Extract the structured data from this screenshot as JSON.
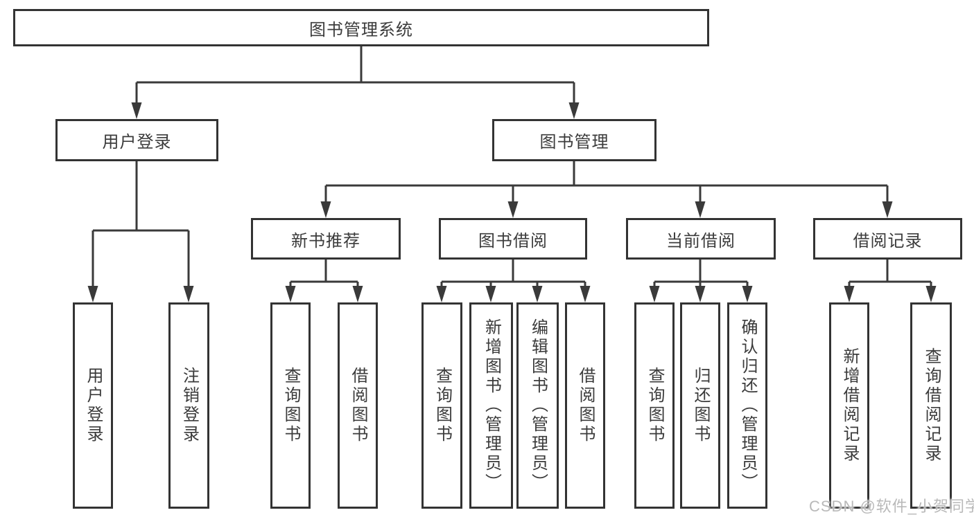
{
  "tree": {
    "label": "图书管理系统",
    "children": [
      {
        "label": "用户登录",
        "children": [
          {
            "label": "用户登录"
          },
          {
            "label": "注销登录"
          }
        ]
      },
      {
        "label": "图书管理",
        "children": [
          {
            "label": "新书推荐",
            "children": [
              {
                "label": "查询图书"
              },
              {
                "label": "借阅图书"
              }
            ]
          },
          {
            "label": "图书借阅",
            "children": [
              {
                "label": "查询图书"
              },
              {
                "label": "新增图书（管理员）"
              },
              {
                "label": "编辑图书（管理员）"
              },
              {
                "label": "借阅图书"
              }
            ]
          },
          {
            "label": "当前借阅",
            "children": [
              {
                "label": "查询图书"
              },
              {
                "label": "归还图书"
              },
              {
                "label": "确认归还（管理员）"
              }
            ]
          },
          {
            "label": "借阅记录",
            "children": [
              {
                "label": "新增借阅记录"
              },
              {
                "label": "查询借阅记录"
              }
            ]
          }
        ]
      }
    ]
  },
  "watermark": {
    "text": "CSDN @软件_小贺同学"
  },
  "colors": {
    "line": "#3a3a3a",
    "box_border": "#333333",
    "text": "#3b3b3b",
    "watermark": "#b9b9b9"
  }
}
